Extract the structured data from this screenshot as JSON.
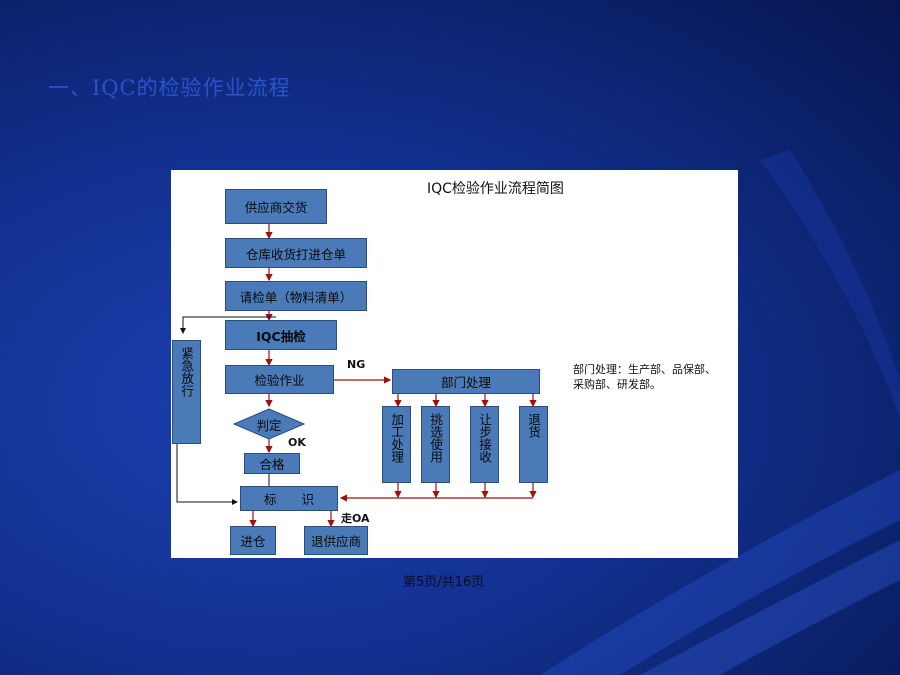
{
  "slide": {
    "title": "一、IQC的检验作业流程",
    "page_number": "第5页/共16页"
  },
  "diagram": {
    "title": "IQC检验作业流程简图",
    "nodes": {
      "supplier_delivery": "供应商交货",
      "warehouse_receive": "仓库收货打进仓单",
      "request_inspect": "请检单（物料清单）",
      "iqc_sampling": "IQC抽检",
      "inspection_work": "检验作业",
      "judgement": "判定",
      "qualified": "合格",
      "label": "标　　识",
      "into_warehouse": "进仓",
      "return_supplier": "退供应商",
      "urgent_release": "紧急放行",
      "dept_handling": "部门处理",
      "processing": "加工处理",
      "pick_use": "挑选使用",
      "concession": "让步接收",
      "return_goods": "退货"
    },
    "edge_labels": {
      "ng": "NG",
      "ok": "OK",
      "oa": "走OA"
    },
    "note": "部门处理：生产部、品保部、采购部、研发部。"
  },
  "colors": {
    "box_fill": "#4a7ab8",
    "arrow": "#a01010",
    "background": "#12308f"
  }
}
